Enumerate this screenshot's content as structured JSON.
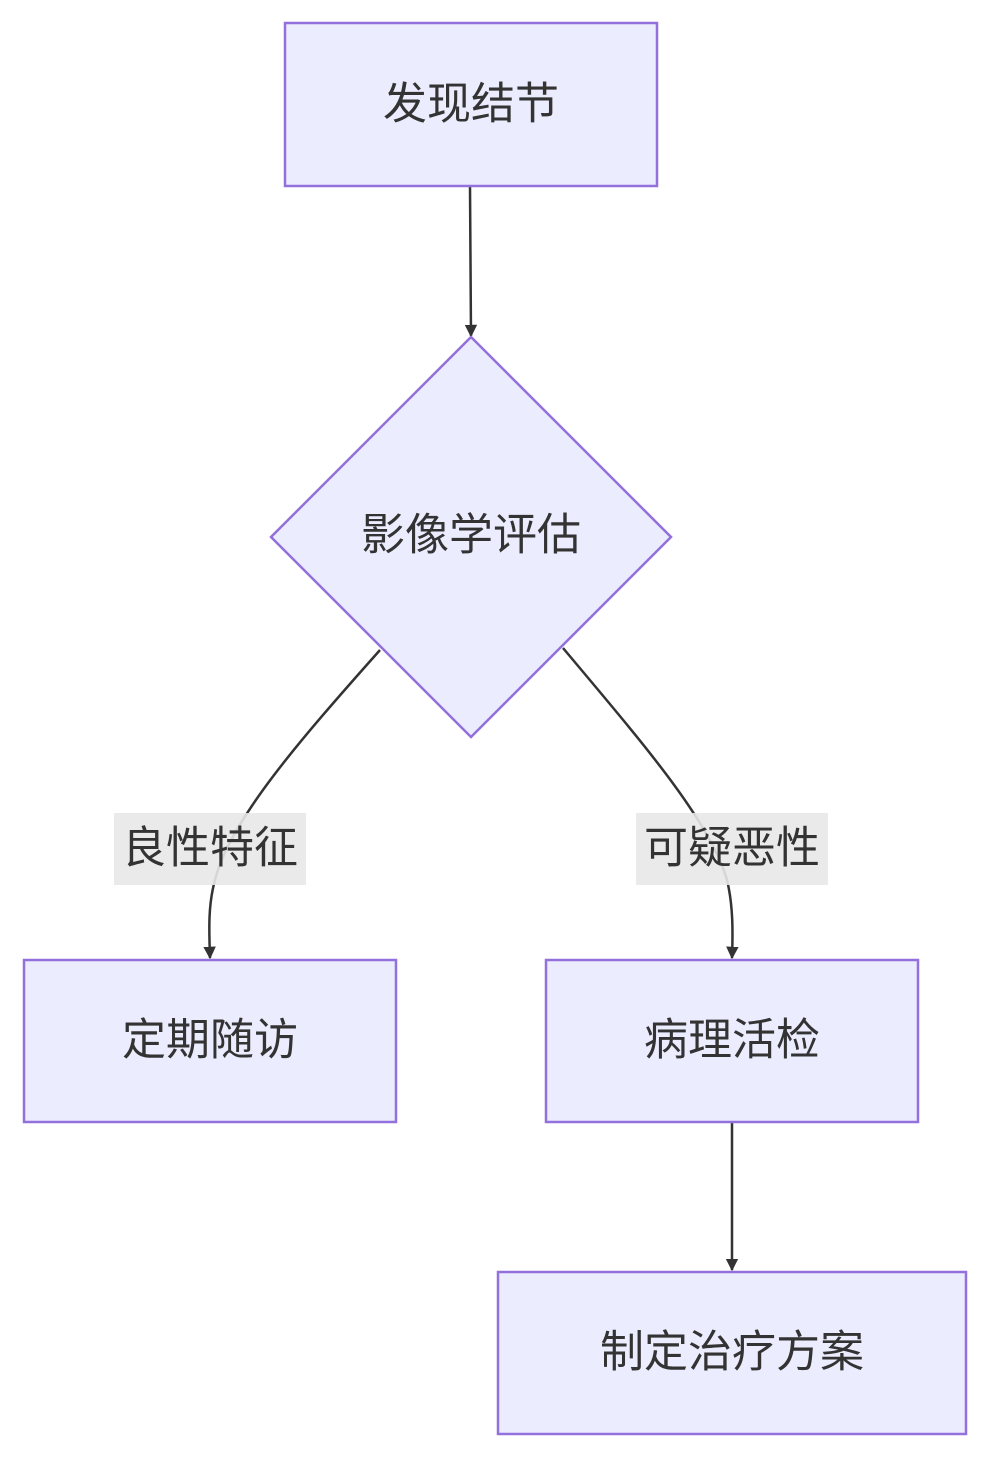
{
  "diagram": {
    "nodes": {
      "discover": "发现结节",
      "imaging": "影像学评估",
      "followup": "定期随访",
      "biopsy": "病理活检",
      "treatment": "制定治疗方案"
    },
    "edges": {
      "benign_label": "良性特征",
      "suspicious_label": "可疑恶性"
    },
    "colors": {
      "node_fill": "#ECECFF",
      "node_stroke": "#9370DB",
      "edge": "#333333",
      "label_bg": "#E8E8E8",
      "text": "#333333"
    }
  }
}
